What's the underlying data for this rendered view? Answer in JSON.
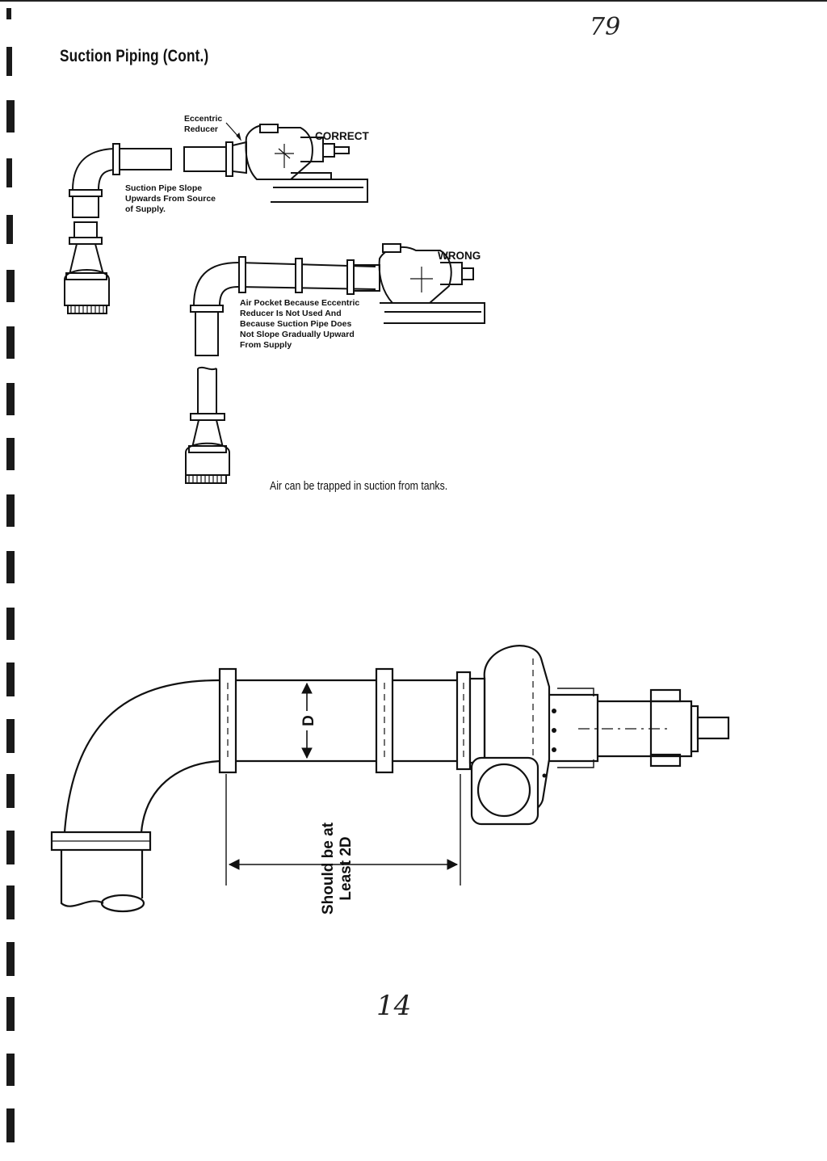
{
  "page": {
    "title": "Suction Piping (Cont.)",
    "handwritten_top": "79",
    "handwritten_bottom": "14",
    "caption": "Air can be trapped in suction from tanks."
  },
  "figure_top": {
    "eccentric_label_line1": "Eccentric",
    "eccentric_label_line2": "Reducer",
    "correct_tag": "CORRECT",
    "wrong_tag": "WRONG",
    "correct_note": [
      "Suction Pipe Slope",
      "Upwards From Source",
      "of Supply."
    ],
    "wrong_note": [
      "Air Pocket Because Eccentric",
      "Reducer Is Not Used And",
      "Because Suction Pipe Does",
      "Not Slope Gradually Upward",
      "From Supply"
    ]
  },
  "figure_bottom": {
    "diameter_label": "D",
    "distance_label_line1": "Should be at",
    "distance_label_line2": "Least 2D"
  }
}
